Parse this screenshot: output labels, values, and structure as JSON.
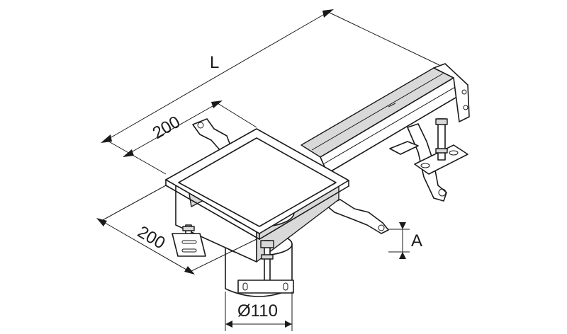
{
  "labels": {
    "length": "L",
    "width_top": "200",
    "width_side": "200",
    "height": "A",
    "diameter": "Ø110"
  }
}
